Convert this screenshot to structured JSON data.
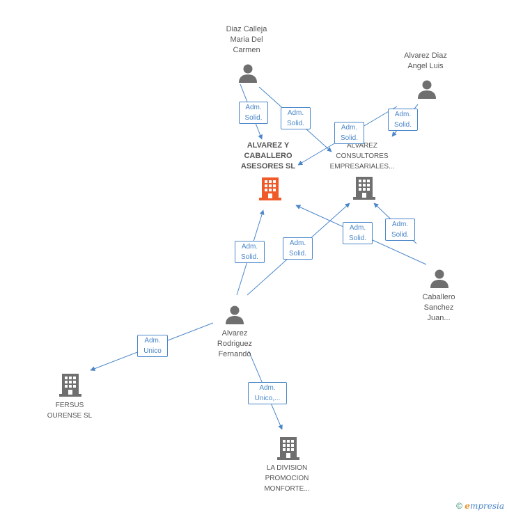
{
  "nodes": {
    "diaz_calleja": [
      "Diaz Calleja",
      "Maria Del",
      "Carmen"
    ],
    "alvarez_diaz": [
      "Alvarez Diaz",
      "Angel Luis"
    ],
    "alvarez_caballero": [
      "ALVAREZ Y",
      "CABALLERO",
      "ASESORES SL"
    ],
    "alvarez_consultores": [
      "ALVAREZ",
      "CONSULTORES",
      "EMPRESARIALES..."
    ],
    "caballero_sanchez": [
      "Caballero",
      "Sanchez",
      "Juan..."
    ],
    "alvarez_rodriguez": [
      "Alvarez",
      "Rodriguez",
      "Fernando"
    ],
    "fersus": [
      "FERSUS",
      "OURENSE SL"
    ],
    "la_division": [
      "LA DIVISION",
      "PROMOCION",
      "MONFORTE..."
    ]
  },
  "edges": [
    {
      "from": "diaz_calleja",
      "to": "alvarez_caballero",
      "label": [
        "Adm.",
        "Solid."
      ]
    },
    {
      "from": "diaz_calleja",
      "to": "alvarez_consultores",
      "label": [
        "Adm.",
        "Solid."
      ]
    },
    {
      "from": "alvarez_diaz",
      "to": "alvarez_caballero",
      "label": [
        "Adm.",
        "Solid."
      ]
    },
    {
      "from": "alvarez_diaz",
      "to": "alvarez_consultores",
      "label": [
        "Adm.",
        "Solid."
      ]
    },
    {
      "from": "alvarez_rodriguez",
      "to": "alvarez_caballero",
      "label": [
        "Adm.",
        "Solid."
      ]
    },
    {
      "from": "alvarez_rodriguez",
      "to": "alvarez_consultores",
      "label": [
        "Adm.",
        "Solid."
      ]
    },
    {
      "from": "caballero_sanchez",
      "to": "alvarez_caballero",
      "label": [
        "Adm.",
        "Solid."
      ]
    },
    {
      "from": "caballero_sanchez",
      "to": "alvarez_consultores",
      "label": [
        "Adm.",
        "Solid."
      ]
    },
    {
      "from": "alvarez_rodriguez",
      "to": "fersus",
      "label": [
        "Adm.",
        "Unico"
      ]
    },
    {
      "from": "alvarez_rodriguez",
      "to": "la_division",
      "label": [
        "Adm.",
        "Unico,..."
      ]
    }
  ],
  "footer": {
    "copyright": "©",
    "brand_initial": "e",
    "brand_rest": "mpresia"
  },
  "colors": {
    "edge": "#4a86c8",
    "person_icon": "#6f6f6f",
    "company_icon": "#6f6f6f",
    "focus_company_icon": "#f05a28"
  }
}
